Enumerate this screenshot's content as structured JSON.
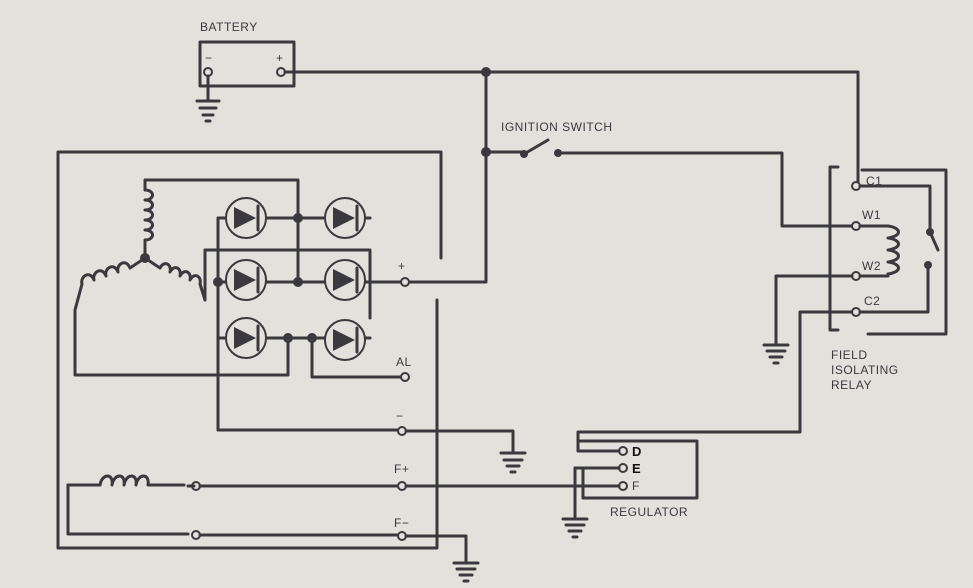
{
  "labels": {
    "battery": "BATTERY",
    "battery_minus": "−",
    "battery_plus": "+",
    "ignition_switch": "IGNITION SWITCH",
    "plus": "+",
    "al": "AL",
    "minus": "−",
    "f_plus": "F+",
    "f_minus": "F−",
    "regulator": "REGULATOR",
    "reg_d": "D",
    "reg_e": "E",
    "reg_f": "F",
    "c1": "C1",
    "w1": "W1",
    "w2": "W2",
    "c2": "C2",
    "relay_line1": "FIELD",
    "relay_line2": "ISOLATING",
    "relay_line3": "RELAY"
  }
}
